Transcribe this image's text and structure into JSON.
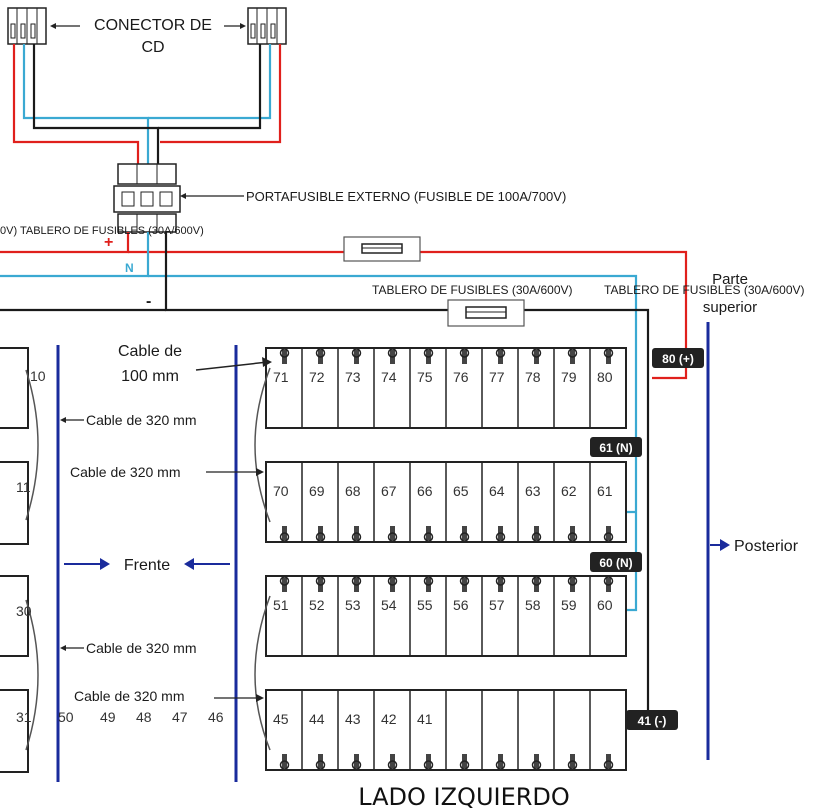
{
  "colors": {
    "red": "#e0201c",
    "blue": "#3aa9d2",
    "black": "#1a1a1a",
    "navy": "#1a2b9c",
    "gray": "#666666"
  },
  "labels": {
    "dc_connector_line1": "CONECTOR DE",
    "dc_connector_line2": "CD",
    "external_fuse_holder": "PORTAFUSIBLE EXTERNO (FUSIBLE DE 100A/700V)",
    "fuse_board_left": "0V) TABLERO DE FUSIBLES (30A/600V)",
    "fuse_board_middle": "TABLERO DE FUSIBLES (30A/600V)",
    "fuse_board_right": "TABLERO DE FUSIBLES (30A/600V)",
    "plus_sign": "+",
    "neutral_sign": "N",
    "minus_sign": "-",
    "top_line1": "Parte",
    "top_line2": "superior",
    "cable_100_line1": "Cable de",
    "cable_100_line2": "100 mm",
    "cable_320_a": "Cable de 320 mm",
    "cable_320_b": "Cable de 320 mm",
    "cable_320_c": "Cable de 320 mm",
    "cable_320_d": "Cable de 320 mm",
    "front": "Frente",
    "rear": "Posterior",
    "side_title": "LADO IZQUIERDO"
  },
  "badges": {
    "b80": "80 (+)",
    "b61": "61 (N)",
    "b60": "60 (N)",
    "b41": "41 (-)"
  },
  "battery_rows": {
    "row1": [
      "71",
      "72",
      "73",
      "74",
      "75",
      "76",
      "77",
      "78",
      "79",
      "80"
    ],
    "row2": [
      "70",
      "69",
      "68",
      "67",
      "66",
      "65",
      "64",
      "63",
      "62",
      "61"
    ],
    "row3": [
      "51",
      "52",
      "53",
      "54",
      "55",
      "56",
      "57",
      "58",
      "59",
      "60"
    ],
    "row4": [
      "45",
      "44",
      "43",
      "42",
      "41"
    ]
  },
  "left_partial_numbers": {
    "r1": "10",
    "r2": "11",
    "r3": "30",
    "r4": "31"
  },
  "bottom_row_left_numbers": [
    "50",
    "49",
    "48",
    "47",
    "46"
  ]
}
